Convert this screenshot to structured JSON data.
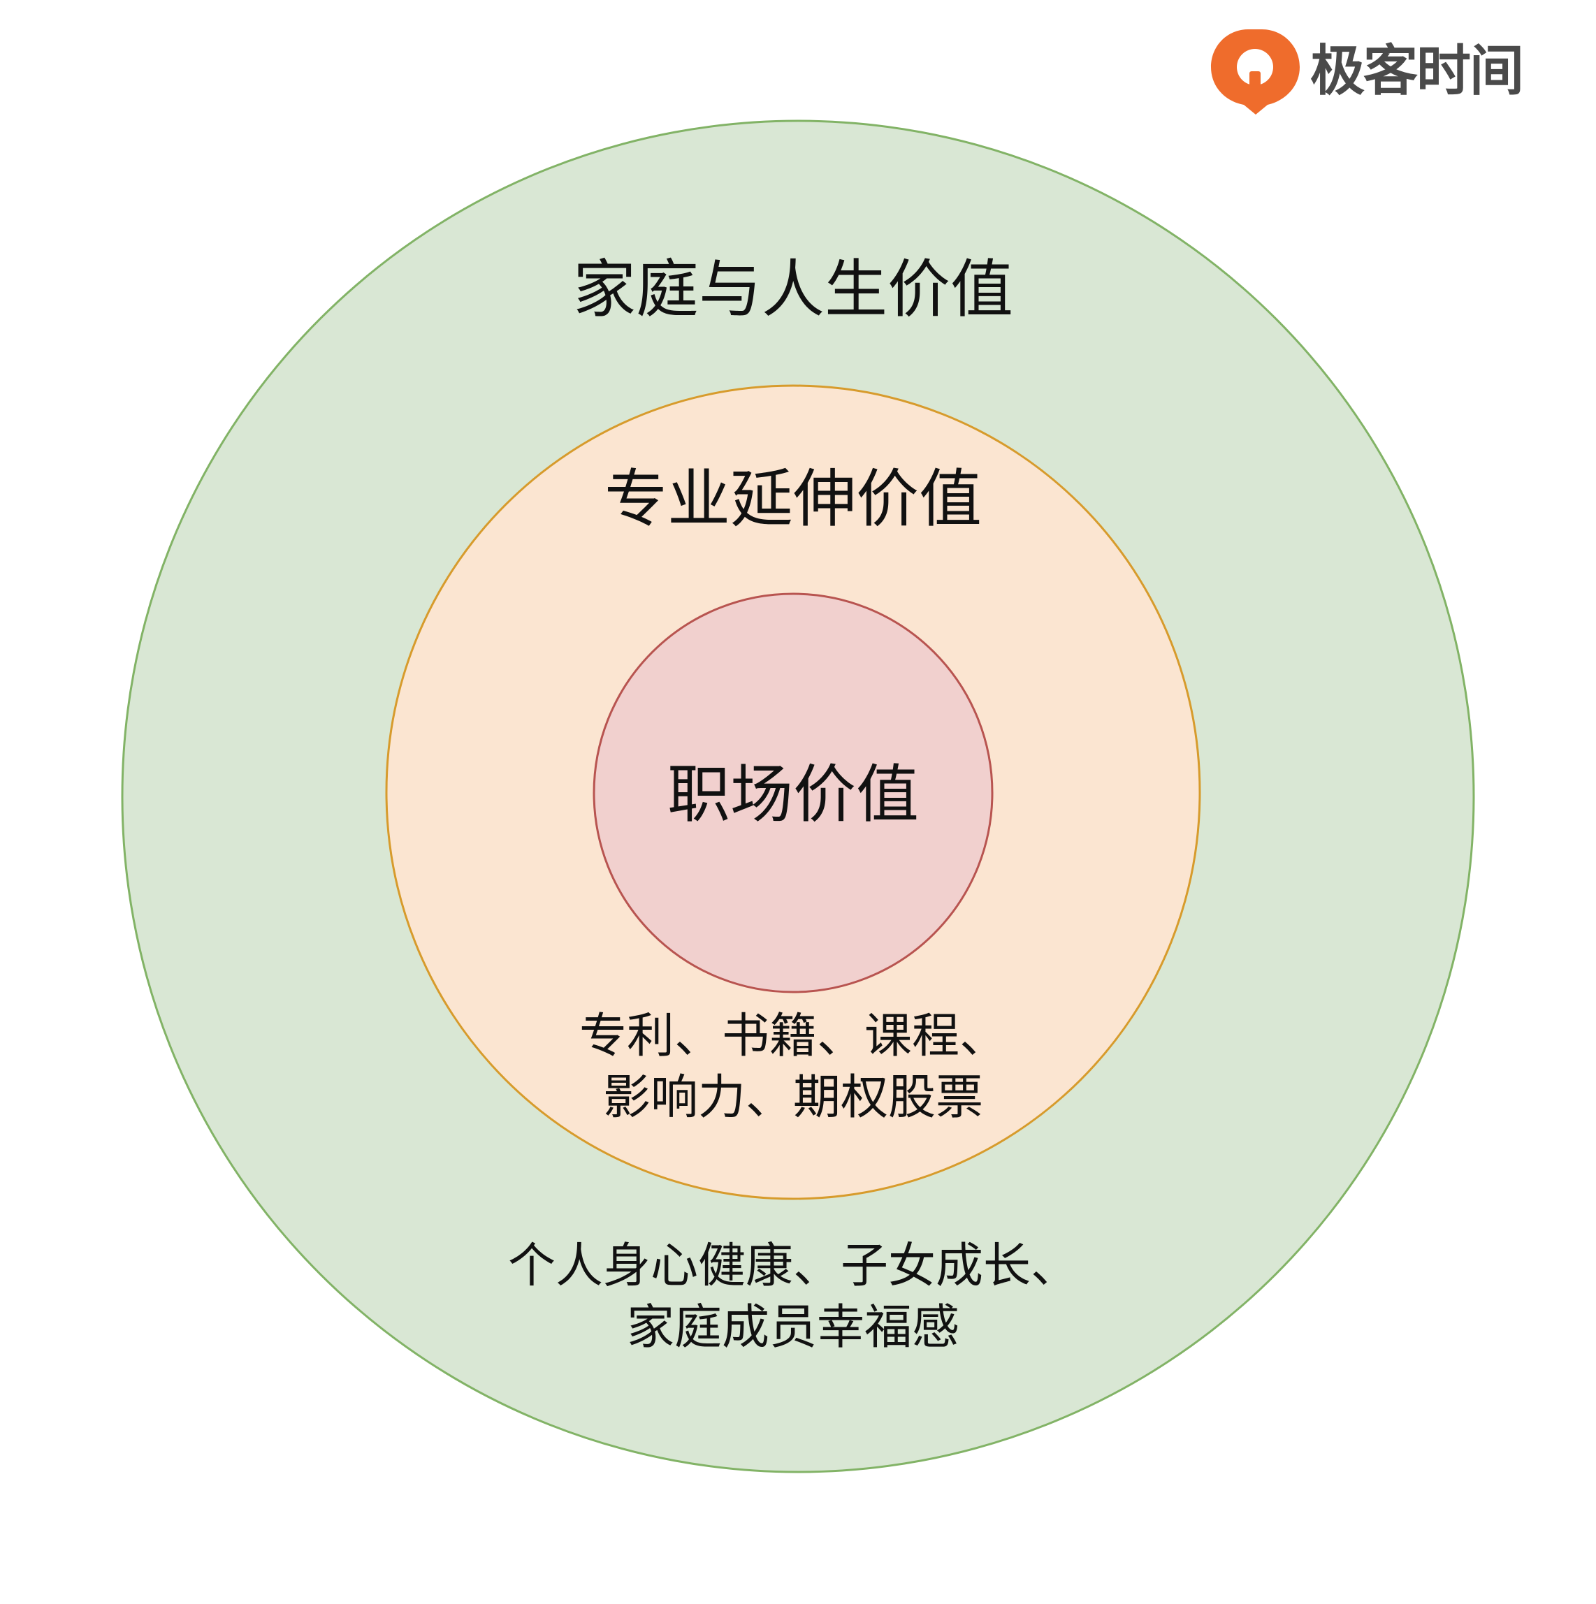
{
  "logo": {
    "text": "极客时间",
    "icon": "geektime-logo-icon",
    "colors": {
      "mark": "#ef6c2c",
      "text": "#4a4a4a"
    }
  },
  "diagram": {
    "rings": [
      {
        "id": "outer",
        "title": "家庭与人生价值",
        "detail_lines": [
          "个人身心健康、子女成长、",
          "家庭成员幸福感"
        ],
        "fill": "#d9e7d4",
        "stroke": "#82b366"
      },
      {
        "id": "middle",
        "title": "专业延伸价值",
        "detail_lines": [
          "专利、书籍、课程、",
          "影响力、期权股票"
        ],
        "fill": "#fbe5d1",
        "stroke": "#d79b2c"
      },
      {
        "id": "inner",
        "title": "职场价值",
        "detail_lines": [],
        "fill": "#f1d0ce",
        "stroke": "#b85450"
      }
    ]
  }
}
